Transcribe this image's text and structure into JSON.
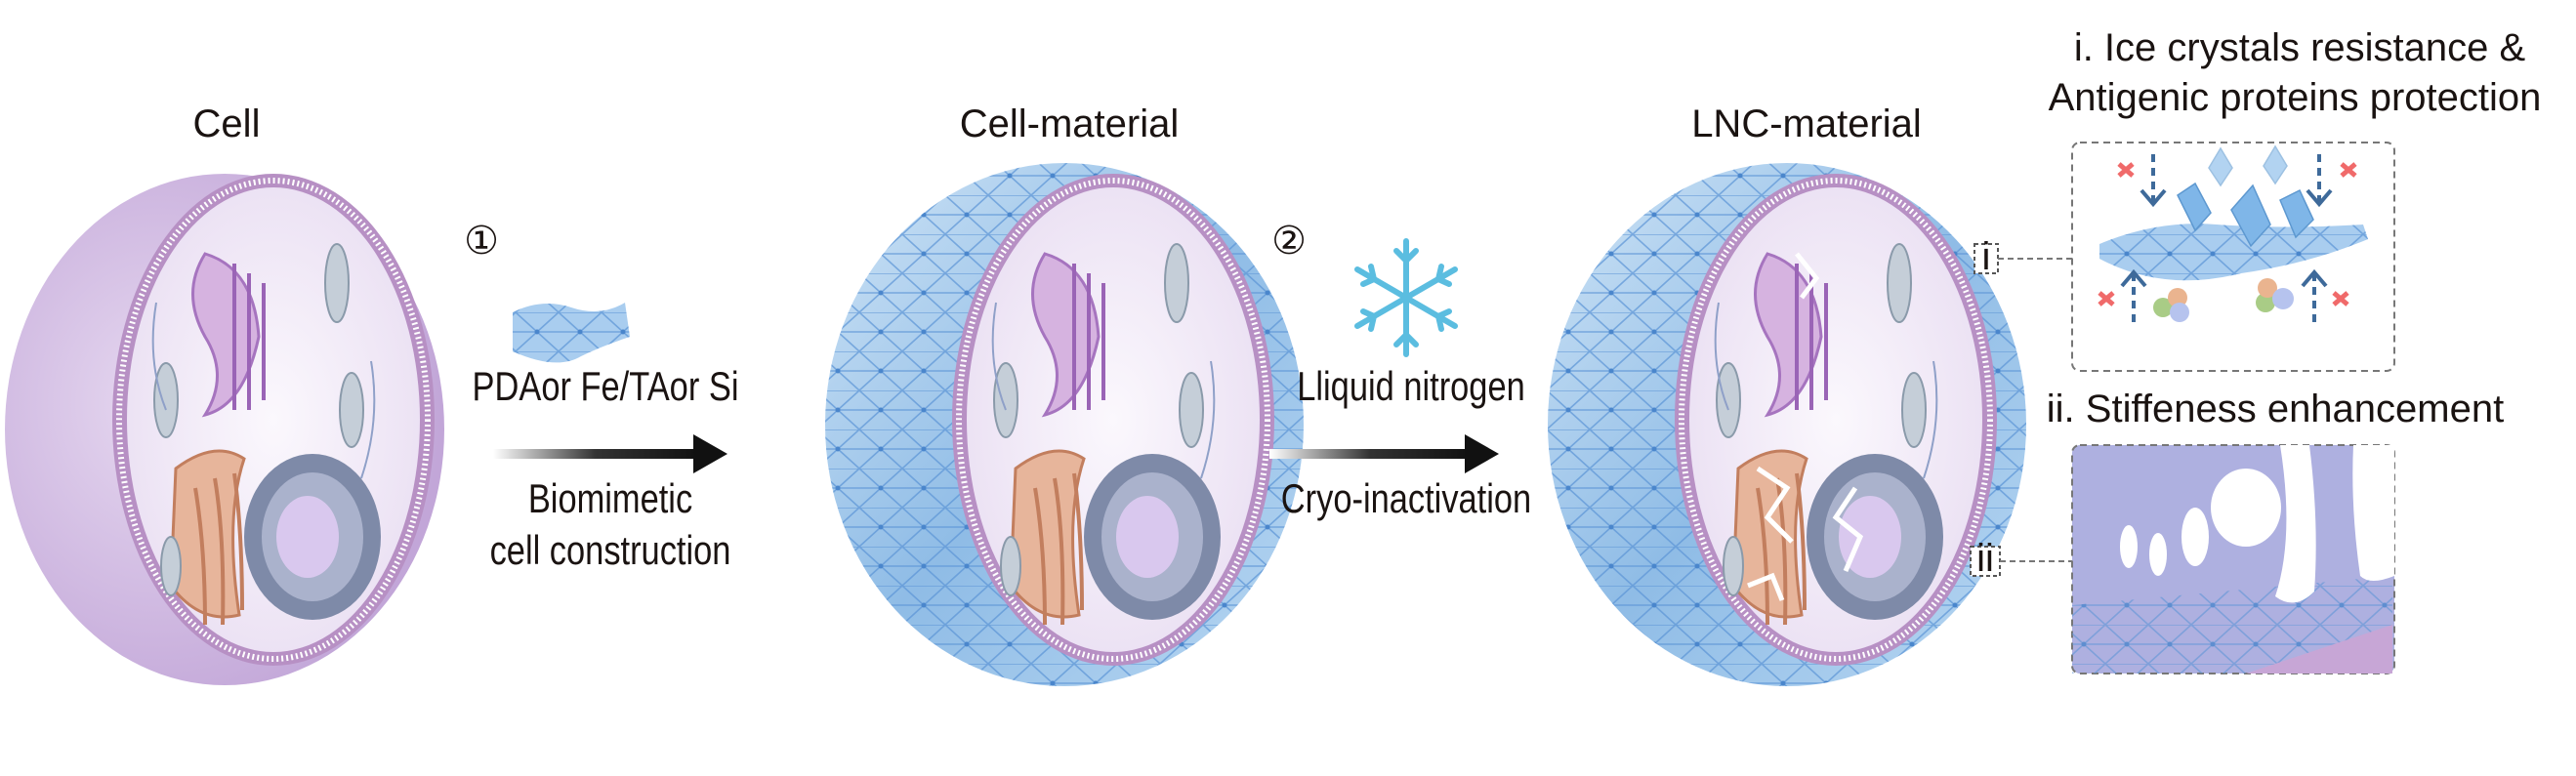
{
  "stages": {
    "cell": {
      "title": "Cell"
    },
    "cell_material": {
      "title": "Cell-material"
    },
    "lnc_material": {
      "title": "LNC-material"
    }
  },
  "step1": {
    "number": "①",
    "materials": "PDAor Fe/TAor Si",
    "caption_line1": "Biomimetic",
    "caption_line2": "cell construction"
  },
  "step2": {
    "number": "②",
    "agent": "Lliquid nitrogen",
    "caption": "Cryo-inactivation"
  },
  "callouts": {
    "i_marker": "i",
    "ii_marker": "ii",
    "i_title_line1": "i. Ice crystals resistance &",
    "i_title_line2": "Antigenic proteins protection",
    "ii_title": "ii. Stiffeness enhancement"
  },
  "colors": {
    "cell_body": "#cdb6df",
    "shell": "#9ec6ea",
    "mesh": "#5b95d6",
    "snowflake": "#5bbde0",
    "blocked_x": "#f06a6a",
    "arrow_dash": "#3e6a9a"
  }
}
